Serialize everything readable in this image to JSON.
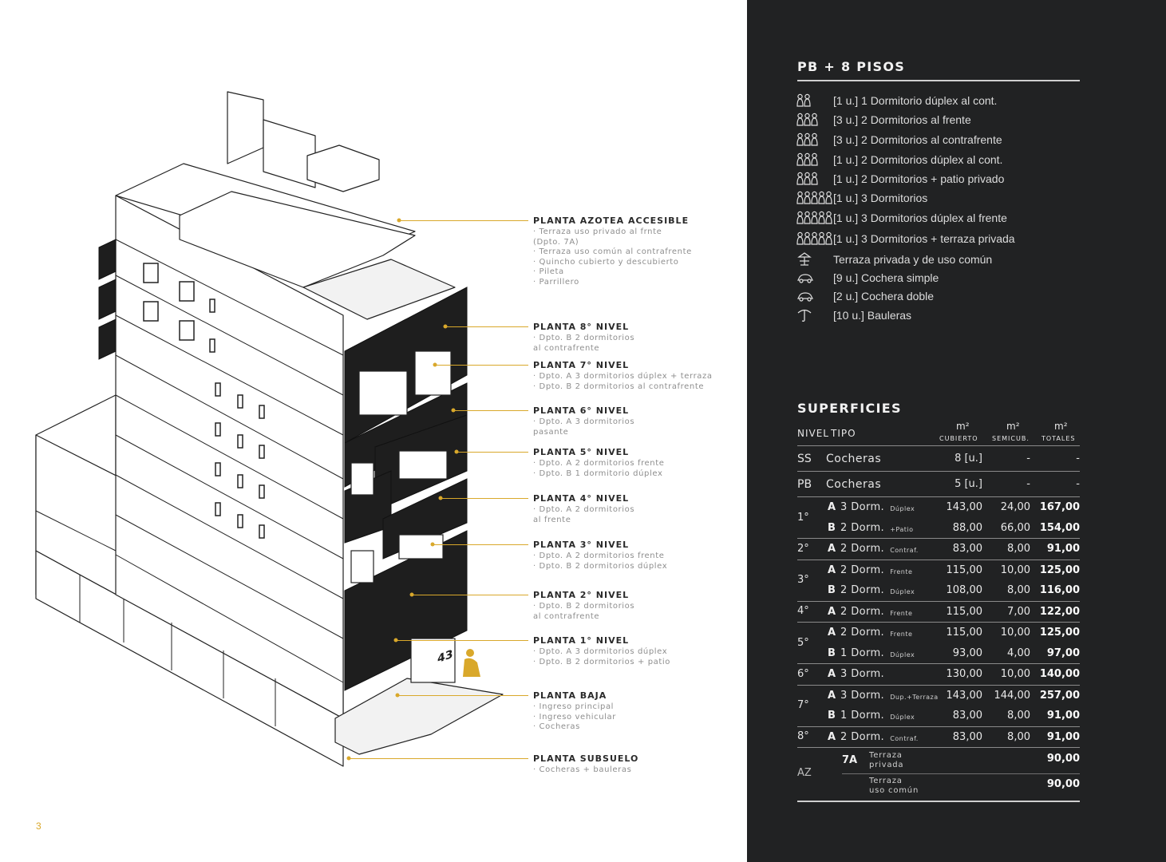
{
  "page_number": "3",
  "colors": {
    "accent": "#d9a82b",
    "panel": "#212223"
  },
  "levels": [
    {
      "title": "PLANTA AZOTEA ACCESIBLE",
      "lines": [
        "· Terraza uso privado al frnte",
        "(Dpto. 7A)",
        "· Terraza uso común al contrafrente",
        "· Quincho cubierto y descubierto",
        "· Pileta",
        "· Parrillero"
      ]
    },
    {
      "title": "PLANTA 8° NIVEL",
      "lines": [
        "· Dpto. B 2 dormitorios",
        "al contrafrente"
      ]
    },
    {
      "title": "PLANTA 7° NIVEL",
      "lines": [
        "· Dpto. A 3 dormitorios dúplex + terraza",
        "· Dpto. B 2 dormitorios al contrafrente"
      ]
    },
    {
      "title": "PLANTA 6° NIVEL",
      "lines": [
        "· Dpto. A 3 dormitorios",
        "pasante"
      ]
    },
    {
      "title": "PLANTA 5° NIVEL",
      "lines": [
        "· Dpto. A 2 dormitorios frente",
        "· Dpto. B 1 dormitorio dúplex"
      ]
    },
    {
      "title": "PLANTA 4° NIVEL",
      "lines": [
        "· Dpto. A 2 dormitorios",
        "al frente"
      ]
    },
    {
      "title": "PLANTA 3° NIVEL",
      "lines": [
        "· Dpto. A 2 dormitorios frente",
        "· Dpto. B 2 dormitorios dúplex"
      ]
    },
    {
      "title": "PLANTA 2° NIVEL",
      "lines": [
        "· Dpto. B 2 dormitorios",
        "al contrafrente"
      ]
    },
    {
      "title": "PLANTA 1° NIVEL",
      "lines": [
        "· Dpto. A 3 dormitorios dúplex",
        "· Dpto. B 2 dormitorios + patio"
      ]
    },
    {
      "title": "PLANTA BAJA",
      "lines": [
        "· Ingreso principal",
        "· Ingreso vehicular",
        "· Cocheras"
      ]
    },
    {
      "title": "PLANTA SUBSUELO",
      "lines": [
        "· Cocheras + bauleras"
      ]
    }
  ],
  "building_number": "43",
  "pisos": {
    "title": "PB + 8 PISOS",
    "items": [
      {
        "icon": "people-2-icon",
        "text": "[1 u.] 1 Dormitorio dúplex al cont."
      },
      {
        "icon": "people-3-icon",
        "text": "[3 u.] 2 Dormitorios al frente"
      },
      {
        "icon": "people-3-icon",
        "text": "[3 u.] 2 Dormitorios al contrafrente"
      },
      {
        "icon": "people-3-icon",
        "text": "[1 u.] 2 Dormitorios dúplex al cont."
      },
      {
        "icon": "people-3-icon",
        "text": "[1 u.] 2 Dormitorios + patio privado"
      },
      {
        "icon": "people-5-icon",
        "text": "[1 u.] 3 Dormitorios"
      },
      {
        "icon": "people-5-icon",
        "text": "[1 u.] 3 Dormitorios dúplex al frente"
      },
      {
        "icon": "people-5-icon",
        "text": "[1 u.] 3 Dormitorios + terraza privada"
      },
      {
        "icon": "terrace-icon",
        "text": "Terraza privada y de uso común"
      },
      {
        "icon": "car-icon",
        "text": "[9 u.] Cochera simple"
      },
      {
        "icon": "car-icon",
        "text": "[2 u.] Cochera doble"
      },
      {
        "icon": "storage-icon",
        "text": "[10 u.] Bauleras"
      }
    ]
  },
  "superficies": {
    "title": "SUPERFICIES",
    "headers": {
      "nivel": "NIVEL",
      "tipo": "TIPO",
      "unit": "m²",
      "cubierto": "CUBIERTO",
      "semicub": "SEMICUB.",
      "totales": "TOTALES"
    },
    "simple_rows": [
      {
        "level": "SS",
        "type": "Cocheras",
        "cub": "8 [u.]",
        "semi": "-",
        "tot": "-"
      },
      {
        "level": "PB",
        "type": "Cocheras",
        "cub": "5 [u.]",
        "semi": "-",
        "tot": "-"
      }
    ],
    "groups": [
      {
        "level": "1°",
        "rows": [
          {
            "dpto": "A",
            "main": "3 Dorm.",
            "suffix": "Dúplex",
            "cub": "143,00",
            "semi": "24,00",
            "tot": "167,00"
          },
          {
            "dpto": "B",
            "main": "2 Dorm.",
            "suffix": "+Patio",
            "cub": "88,00",
            "semi": "66,00",
            "tot": "154,00"
          }
        ]
      },
      {
        "level": "2°",
        "rows": [
          {
            "dpto": "A",
            "main": "2 Dorm.",
            "suffix": "Contraf.",
            "cub": "83,00",
            "semi": "8,00",
            "tot": "91,00"
          }
        ]
      },
      {
        "level": "3°",
        "rows": [
          {
            "dpto": "A",
            "main": "2 Dorm.",
            "suffix": "Frente",
            "cub": "115,00",
            "semi": "10,00",
            "tot": "125,00"
          },
          {
            "dpto": "B",
            "main": "2 Dorm.",
            "suffix": "Dúplex",
            "cub": "108,00",
            "semi": "8,00",
            "tot": "116,00"
          }
        ]
      },
      {
        "level": "4°",
        "rows": [
          {
            "dpto": "A",
            "main": "2 Dorm.",
            "suffix": "Frente",
            "cub": "115,00",
            "semi": "7,00",
            "tot": "122,00"
          }
        ]
      },
      {
        "level": "5°",
        "rows": [
          {
            "dpto": "A",
            "main": "2 Dorm.",
            "suffix": "Frente",
            "cub": "115,00",
            "semi": "10,00",
            "tot": "125,00"
          },
          {
            "dpto": "B",
            "main": "1 Dorm.",
            "suffix": "Dúplex",
            "cub": "93,00",
            "semi": "4,00",
            "tot": "97,00"
          }
        ]
      },
      {
        "level": "6°",
        "rows": [
          {
            "dpto": "A",
            "main": "3 Dorm.",
            "suffix": "",
            "cub": "130,00",
            "semi": "10,00",
            "tot": "140,00"
          }
        ]
      },
      {
        "level": "7°",
        "rows": [
          {
            "dpto": "A",
            "main": "3 Dorm.",
            "suffix": "Dup.+Terraza",
            "cub": "143,00",
            "semi": "144,00",
            "tot": "257,00"
          },
          {
            "dpto": "B",
            "main": "1 Dorm.",
            "suffix": "Dúplex",
            "cub": "83,00",
            "semi": "8,00",
            "tot": "91,00"
          }
        ]
      },
      {
        "level": "8°",
        "rows": [
          {
            "dpto": "A",
            "main": "2 Dorm.",
            "suffix": "Contraf.",
            "cub": "83,00",
            "semi": "8,00",
            "tot": "91,00"
          }
        ]
      }
    ],
    "az": {
      "level": "AZ",
      "rows": [
        {
          "code": "7A",
          "l1": "Terraza",
          "l2": "privada",
          "tot": "90,00"
        },
        {
          "code": "",
          "l1": "Terraza",
          "l2": "uso común",
          "tot": "90,00"
        }
      ]
    }
  }
}
